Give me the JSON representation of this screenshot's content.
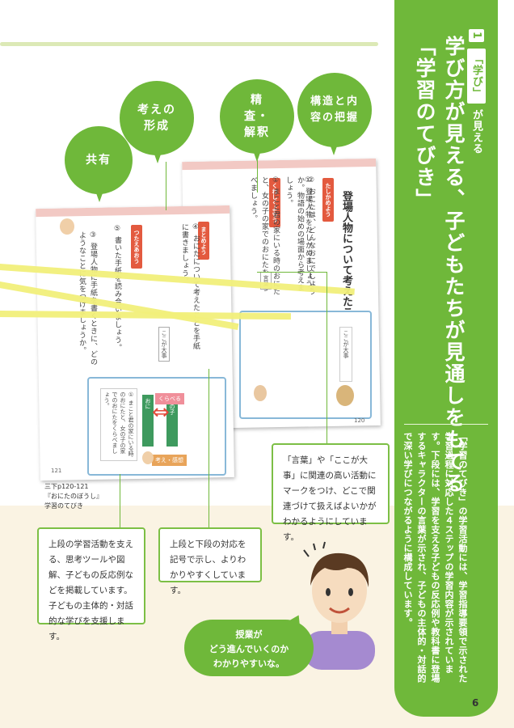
{
  "banner": {
    "section_number": "1",
    "section_word": "「学び」",
    "section_suffix": "が見える",
    "headline_1": "学び方が見える、子どもたちが見通しをもてる",
    "headline_2": "「学習のてびき」",
    "body": "「学習のてびき」の学習活動には、学習指導要領で示された学習過程に対応した４ステップの学習内容が示されています。下段には、学習を支える子どもの反応例や教科書に登場するキャラクターの言葉が示され、子どもの主体的・対話的で深い学びにつながるように構成しています。"
  },
  "circles": {
    "share": "共有",
    "thought_form": "考えの形成",
    "scrutiny": "精査・解釈",
    "structure": "構造と内容の把握"
  },
  "textbook": {
    "title": "登場人物について考えたことを手紙にしよう",
    "left_page_num": "121",
    "right_page_num": "120",
    "tag_1": "たしかめよう",
    "tag_2": "くわしくよもう",
    "tag_3": "まとめよう",
    "tag_4": "つたえあおう",
    "keyword_1": "言葉",
    "keyword_2": "ここが大事",
    "char_girl": "女の子",
    "char_oni": "おに",
    "compare": "くらべる",
    "thought_label": "考え・感想",
    "right_col_1": "① 登場人物をたしかめましょう。",
    "right_col_2": "② おにたは、どんなおにでしょうか。物語の始めの場面から考えましょう。",
    "right_col_3": "① まこと君の家にいる時のおにたと、女の子の家でのおにたをくらべましょう。",
    "left_col_1": "③ 登場人物に手紙を書くときに、どのようなことに気をつけましょうか。",
    "left_col_2": "④ おにたについて考えたことを手紙に書きましょう。",
    "left_col_3": "⑤ 書いた手紙を読み合いましょう。"
  },
  "annotations": {
    "right_box": "「言葉」や「ここが大事」に関連の高い活動にマークをつけ、どこで関連づけて扱えばよいかがわかるようにしています。",
    "mid_box": "上段と下段の対応を記号で示し、よりわかりやすくしています。",
    "left_box": "上段の学習活動を支える、思考ツールや図解、子どもの反応例などを掲載しています。子どもの主体的・対話的な学びを支援します。"
  },
  "caption": {
    "line1": "三下p120-121",
    "line2": "『おにたのぼうし』",
    "line3": "学習のてびき"
  },
  "bubble": {
    "line1": "授業が",
    "line2": "どう進んでいくのか",
    "line3": "わかりやすいな。"
  },
  "page_number": "6",
  "colors": {
    "brand_green": "#6fb83a",
    "beam_yellow": "#f1ef7a",
    "bottom_cream": "#faf3e3",
    "accent_red": "#e35a3f"
  }
}
